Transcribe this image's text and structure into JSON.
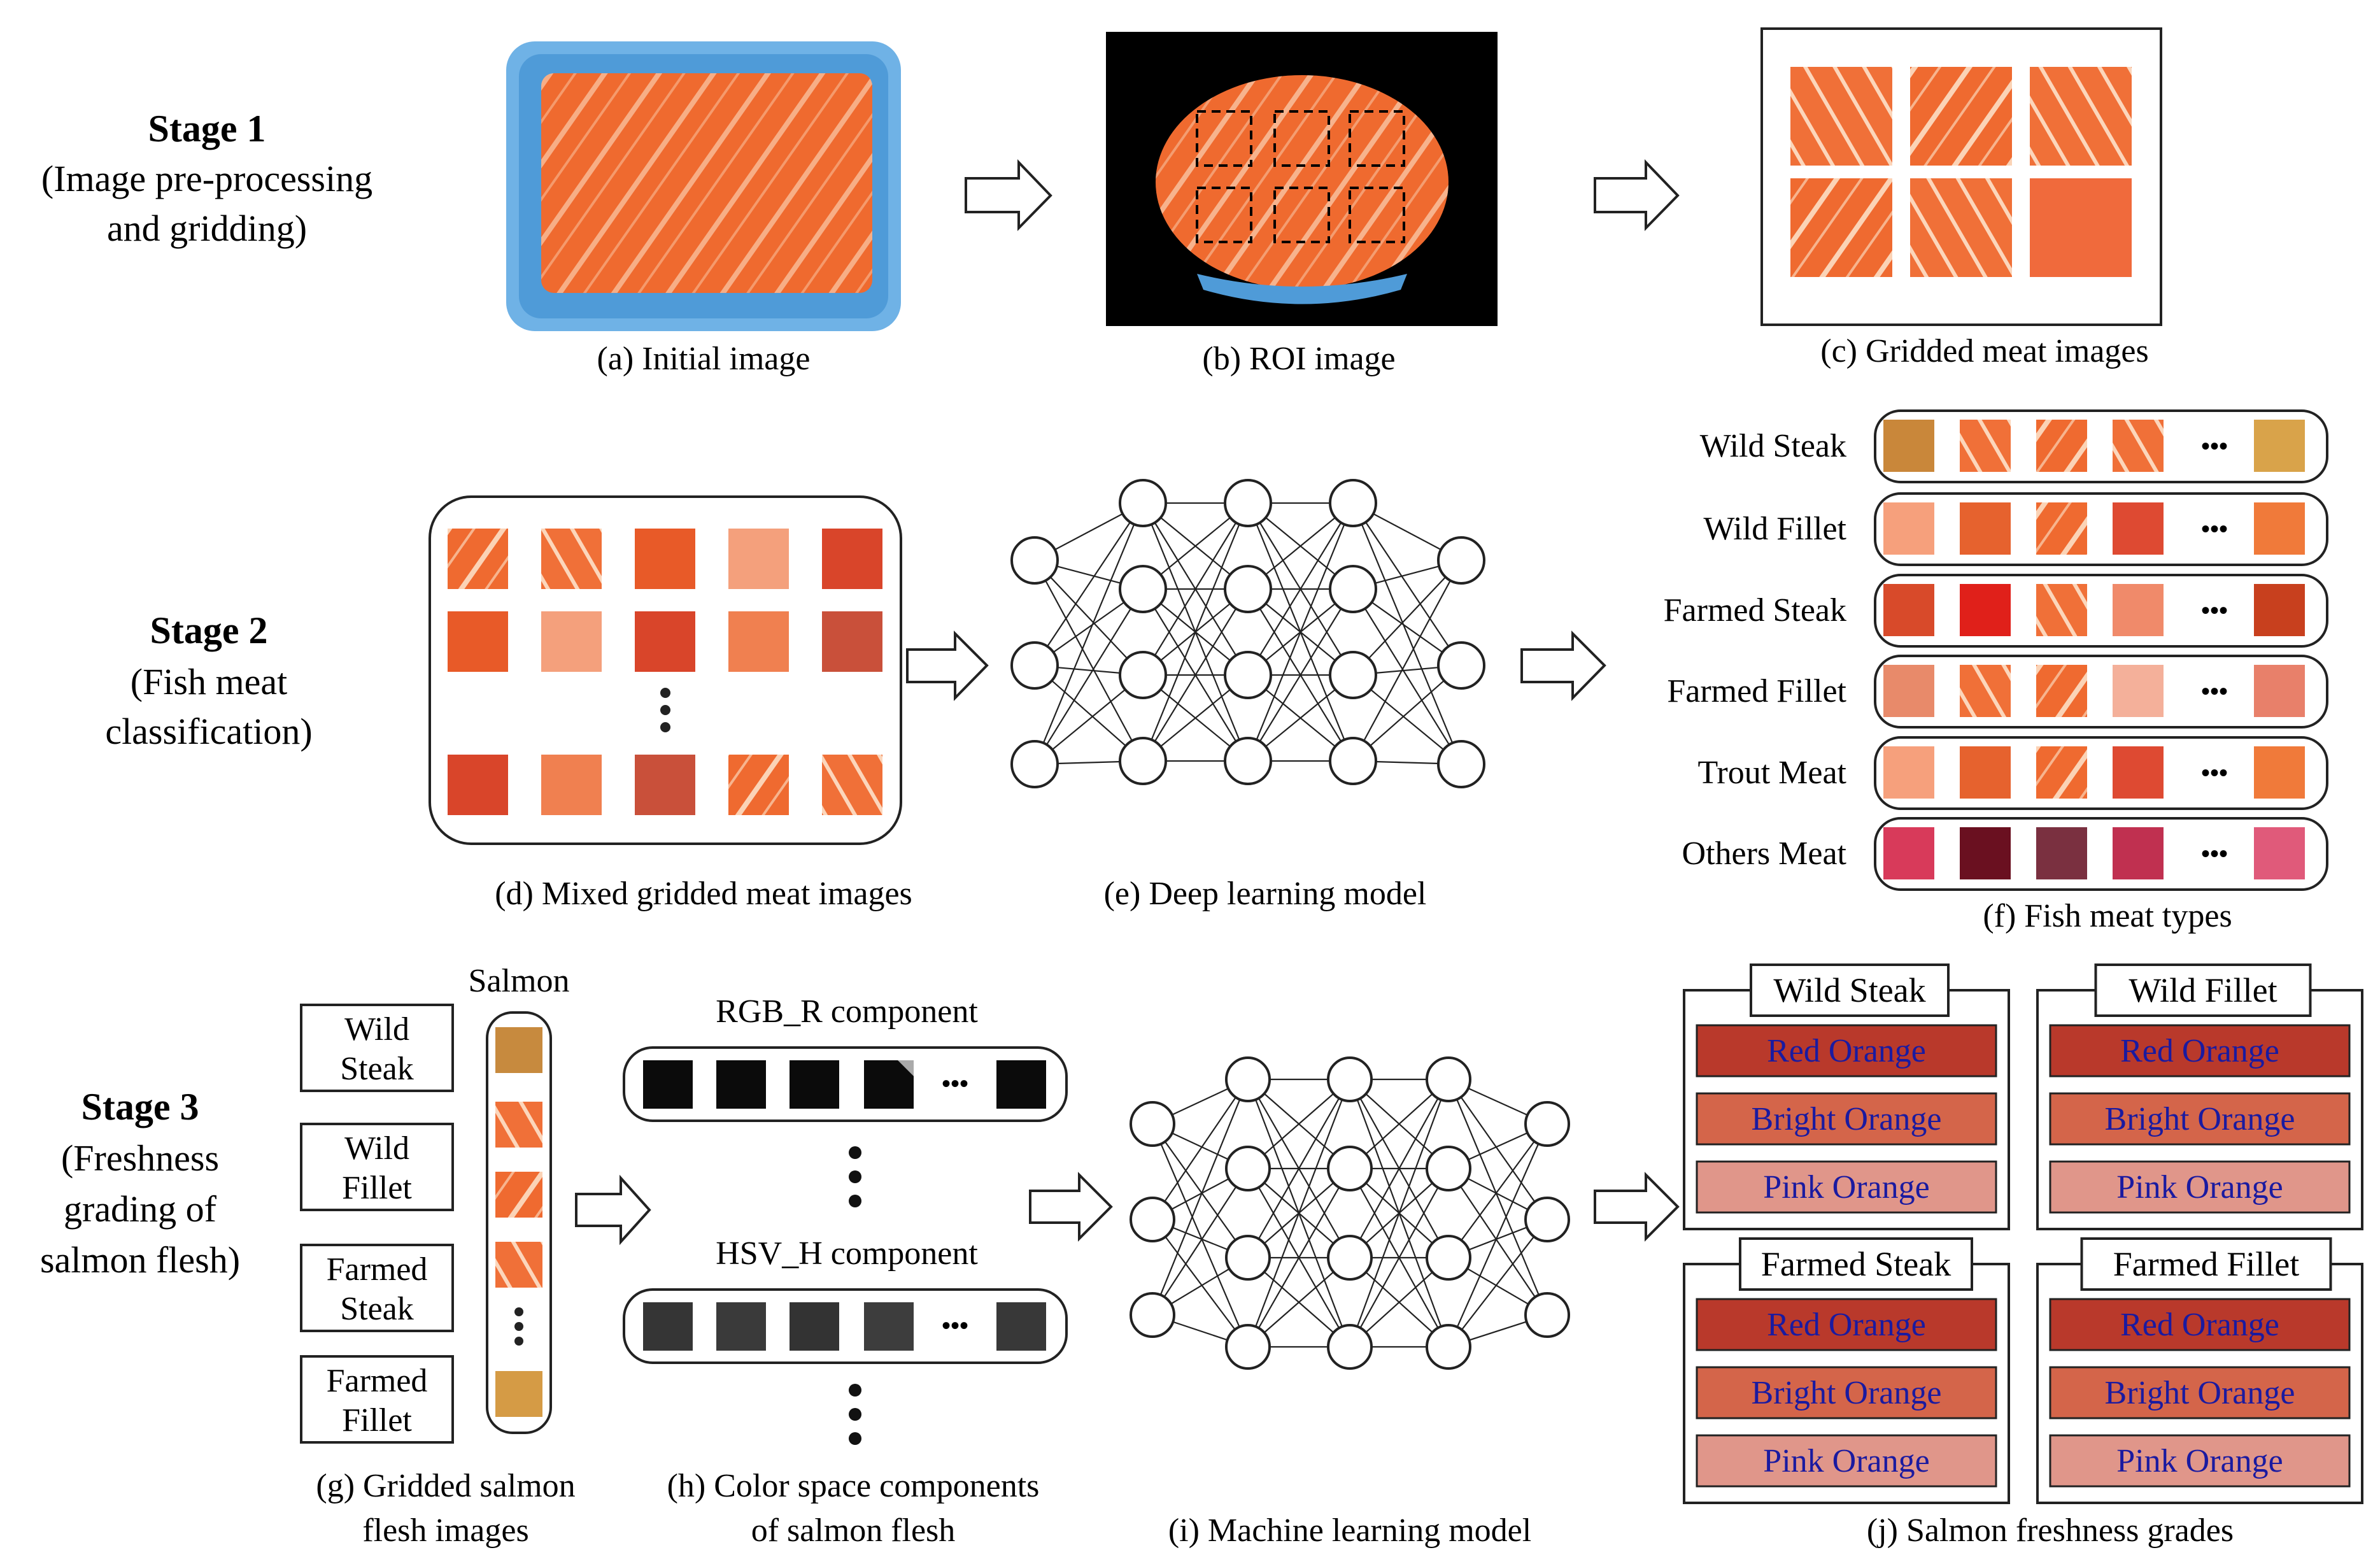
{
  "stages": {
    "s1": {
      "title": "Stage 1",
      "desc": [
        "(Image pre-processing",
        "and gridding)"
      ]
    },
    "s2": {
      "title": "Stage 2",
      "desc": [
        "(Fish meat",
        "classification)"
      ]
    },
    "s3": {
      "title": "Stage 3",
      "desc": [
        "(Freshness",
        "grading of",
        "salmon flesh)"
      ]
    }
  },
  "captions": {
    "a": "(a) Initial image",
    "b": "(b) ROI image",
    "c": "(c) Gridded meat images",
    "d": "(d) Mixed gridded meat images",
    "e": "(e) Deep learning model",
    "f": "(f) Fish meat types",
    "g": [
      "(g) Gridded salmon",
      "flesh images"
    ],
    "h": [
      "(h) Color space components",
      "of salmon flesh"
    ],
    "i": "(i) Machine learning model",
    "j": "(j) Salmon freshness grades"
  },
  "fish_types": [
    {
      "label": "Wild Steak"
    },
    {
      "label": "Wild Fillet"
    },
    {
      "label": "Farmed Steak"
    },
    {
      "label": "Farmed Fillet"
    },
    {
      "label": "Trout Meat"
    },
    {
      "label": "Others Meat"
    }
  ],
  "ellipsis": "•••",
  "salmon_column_title": "Salmon",
  "salmon_types": [
    [
      "Wild",
      "Steak"
    ],
    [
      "Wild",
      "Fillet"
    ],
    [
      "Farmed",
      "Steak"
    ],
    [
      "Farmed",
      "Fillet"
    ]
  ],
  "components": {
    "rgb": "RGB_R component",
    "hsv": "HSV_H component"
  },
  "grade_groups": [
    "Wild Steak",
    "Wild Fillet",
    "Farmed Steak",
    "Farmed Fillet"
  ],
  "grades": [
    {
      "label": "Red Orange",
      "color": "#b9392b"
    },
    {
      "label": "Bright Orange",
      "color": "#d4654a"
    },
    {
      "label": "Pink Orange",
      "color": "#e0968a"
    }
  ],
  "grade_text_color": "#1a1aa0",
  "colors": {
    "salmon": "#ee6a34",
    "salmon_light": "#f6a06e",
    "stripe": "#fde0c8",
    "tray": "#6fb2e6"
  }
}
